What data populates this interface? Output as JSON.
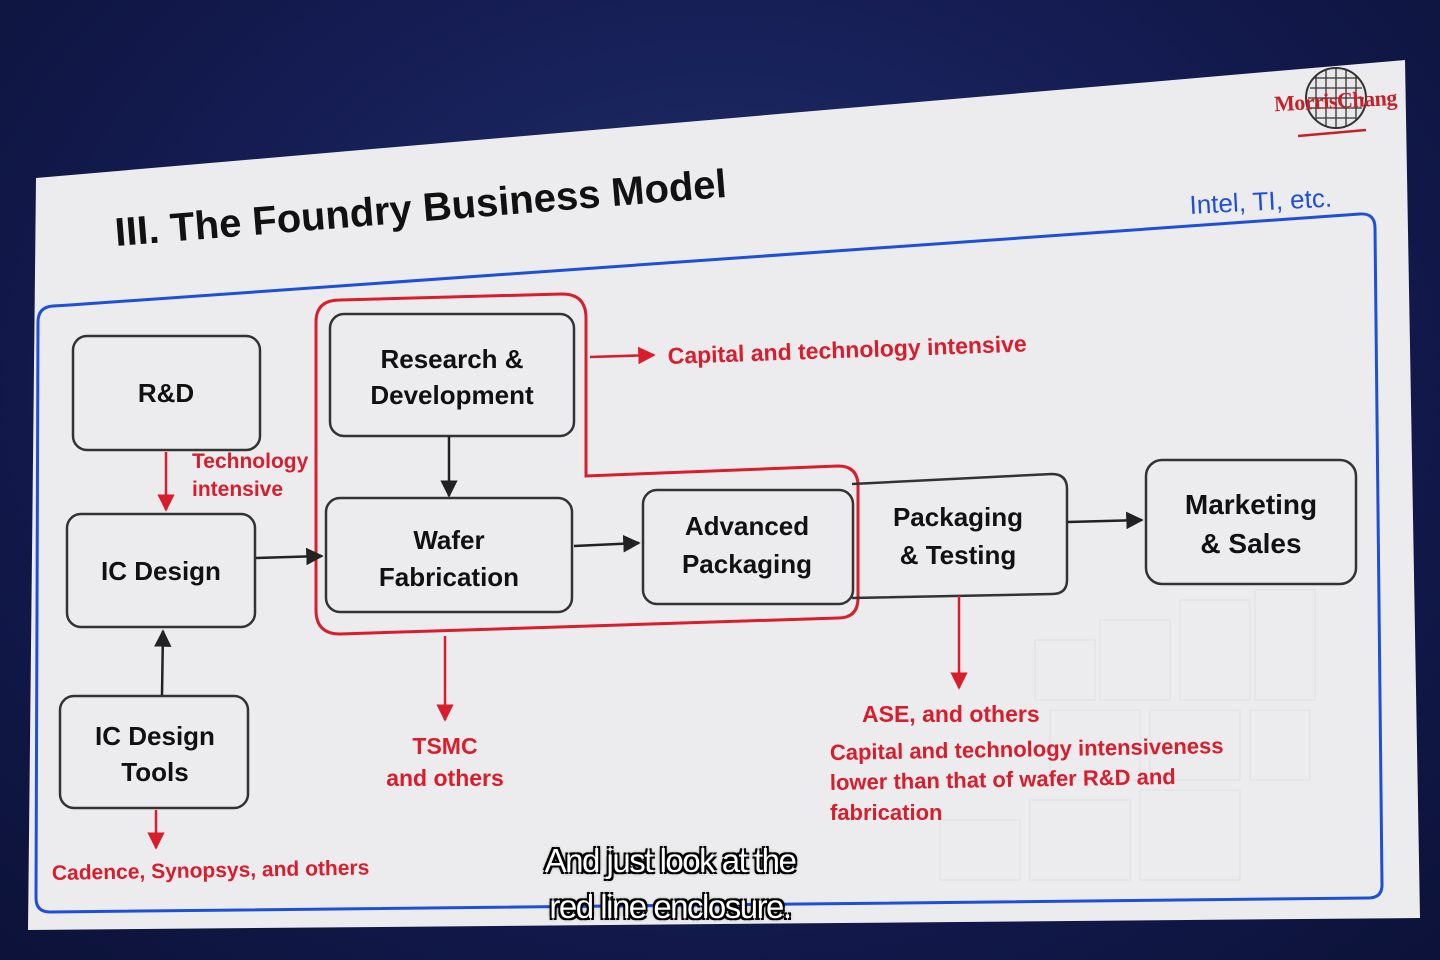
{
  "slide": {
    "title": "III.  The Foundry Business Model",
    "corner_label": "Intel, TI, etc.",
    "logo_text": "MorrisChang"
  },
  "boxes": {
    "rd": "R&D",
    "ic_design": "IC Design",
    "ic_design_tools": [
      "IC Design",
      "Tools"
    ],
    "research_dev": [
      "Research &",
      "Development"
    ],
    "wafer_fab": [
      "Wafer",
      "Fabrication"
    ],
    "advanced_packaging": [
      "Advanced",
      "Packaging"
    ],
    "packaging_testing": [
      "Packaging",
      "& Testing"
    ],
    "marketing_sales": [
      "Marketing",
      "& Sales"
    ]
  },
  "annotations": {
    "technology_intensive": [
      "Technology",
      "intensive"
    ],
    "capital_tech_intensive": "Capital and technology intensive",
    "tsmc": [
      "TSMC",
      "and others"
    ],
    "ase": "ASE, and others",
    "ase_note": [
      "Capital and technology intensiveness",
      "lower than that of wafer R&D and",
      "fabrication"
    ],
    "tools_vendors": "Cadence, Synopsys, and others"
  },
  "subtitle": [
    "And just look at the",
    "red line enclosure."
  ],
  "colors": {
    "red": "#d81e2c",
    "blue": "#1f4fd6",
    "box_stroke": "#333333",
    "slide_bg": "#ececee"
  }
}
